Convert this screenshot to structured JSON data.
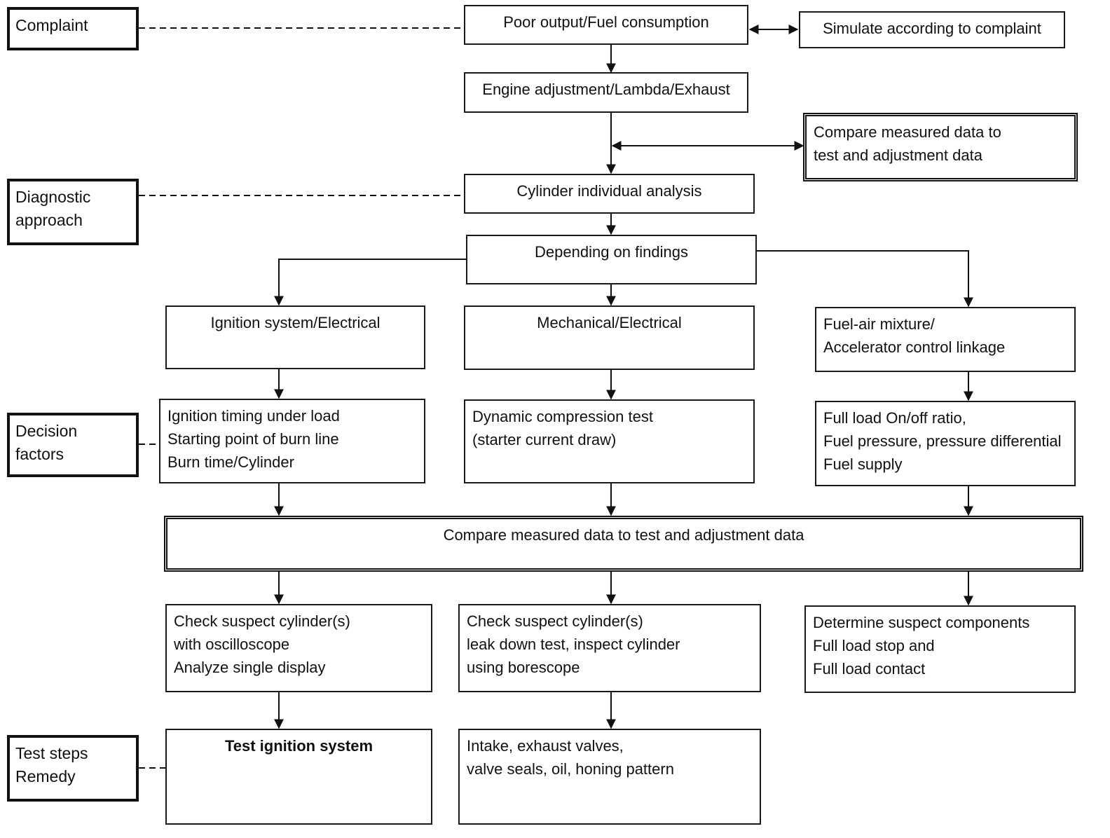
{
  "labels": {
    "complaint": [
      "Complaint"
    ],
    "diagnostic": [
      "Diagnostic",
      "approach"
    ],
    "decision": [
      "Decision",
      "factors"
    ],
    "test_steps": [
      "Test steps",
      "Remedy"
    ]
  },
  "boxes": {
    "poor_output": [
      "Poor output/Fuel consumption"
    ],
    "simulate": [
      "Simulate according to complaint"
    ],
    "engine_adjustment": [
      "Engine adjustment/Lambda/Exhaust"
    ],
    "compare_top": [
      "Compare measured data to",
      "test and adjustment data"
    ],
    "cylinder_analysis": [
      "Cylinder individual analysis"
    ],
    "depending": [
      "Depending on findings"
    ],
    "ignition_system": [
      "Ignition system/Electrical"
    ],
    "mechanical": [
      "Mechanical/Electrical"
    ],
    "fuel_air": [
      "Fuel-air mixture/",
      "Accelerator control linkage"
    ],
    "ignition_timing": [
      "Ignition timing under load",
      "Starting point of burn line",
      "Burn time/Cylinder"
    ],
    "compression": [
      "Dynamic compression test",
      "(starter current draw)"
    ],
    "full_load": [
      "Full load On/off ratio,",
      "Fuel pressure, pressure differential",
      "Fuel supply"
    ],
    "compare_wide": [
      "Compare measured data to test and adjustment data"
    ],
    "check_oscilloscope": [
      "Check suspect cylinder(s)",
      "with oscilloscope",
      "Analyze single display"
    ],
    "check_leakdown": [
      "Check suspect cylinder(s)",
      "leak down test, inspect cylinder",
      "using borescope"
    ],
    "determine_components": [
      "Determine suspect components",
      "Full load stop and",
      "Full load contact"
    ],
    "test_ignition": [
      "Test ignition system"
    ],
    "intake_valves": [
      "Intake, exhaust valves,",
      "valve seals, oil, honing pattern"
    ]
  }
}
